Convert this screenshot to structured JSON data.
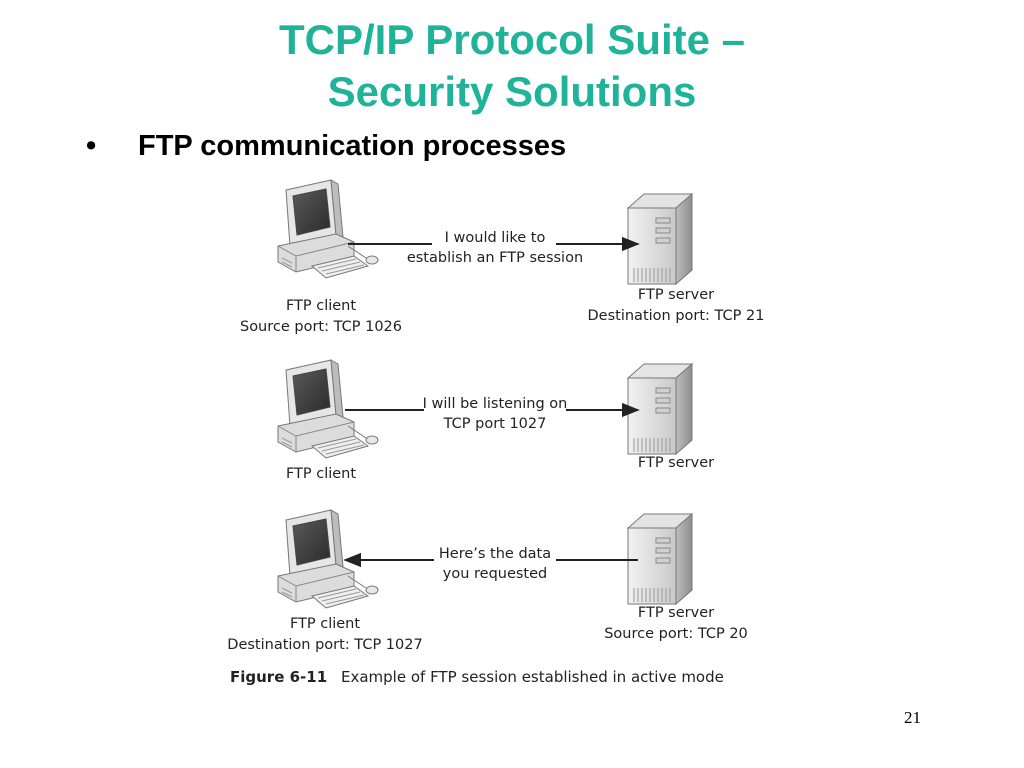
{
  "slide": {
    "title_line1": "TCP/IP Protocol Suite –",
    "title_line2": "Security Solutions",
    "bullet_marker": "•",
    "bullet_text": "FTP communication processes",
    "page_number": "21",
    "accent_color": "#1fb39a"
  },
  "diagram": {
    "steps": [
      {
        "direction": "client-to-server",
        "message_line1": "I would like to",
        "message_line2": "establish an FTP session",
        "client_label": "FTP client",
        "client_port": "Source port: TCP 1026",
        "server_label": "FTP server",
        "server_port": "Destination port: TCP 21"
      },
      {
        "direction": "client-to-server",
        "message_line1": "I will be listening on",
        "message_line2": "TCP port 1027",
        "client_label": "FTP client",
        "client_port": "",
        "server_label": "FTP server",
        "server_port": ""
      },
      {
        "direction": "server-to-client",
        "message_line1": "Here’s the data",
        "message_line2": "you requested",
        "client_label": "FTP client",
        "client_port": "Destination port: TCP 1027",
        "server_label": "FTP server",
        "server_port": "Source port: TCP 20"
      }
    ],
    "caption_label": "Figure 6-11",
    "caption_text": "Example of FTP session established in active mode"
  },
  "icons": [
    "computer-icon",
    "server-icon",
    "arrow-right-icon",
    "arrow-left-icon"
  ]
}
